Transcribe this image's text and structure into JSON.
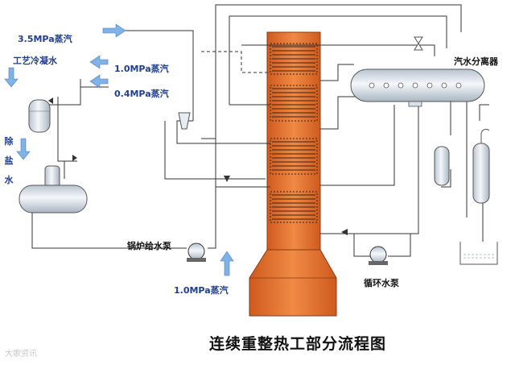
{
  "labels": {
    "steam_35": "3.5MPa蒸汽",
    "process_condensate": "工艺冷凝水",
    "steam_10_top": "1.0MPa蒸汽",
    "steam_04": "0.4MPa蒸汽",
    "desalted_water": "除盐水",
    "steam_drum": "汽水分离器",
    "feedwater_pump": "锅炉给水泵",
    "steam_10_bottom": "1.0MPa蒸汽",
    "circulation_pump": "循环水泵"
  },
  "title": "连续重整热工部分流程图",
  "watermark": "大歌资讯",
  "colors": {
    "furnace": "#e2722f",
    "furnace_dark": "#c8561c",
    "arrow_blue": "#7fb2e6",
    "vessel": "#dfe6ee",
    "label_blue": "#1f3f8f",
    "line": "#333333"
  }
}
